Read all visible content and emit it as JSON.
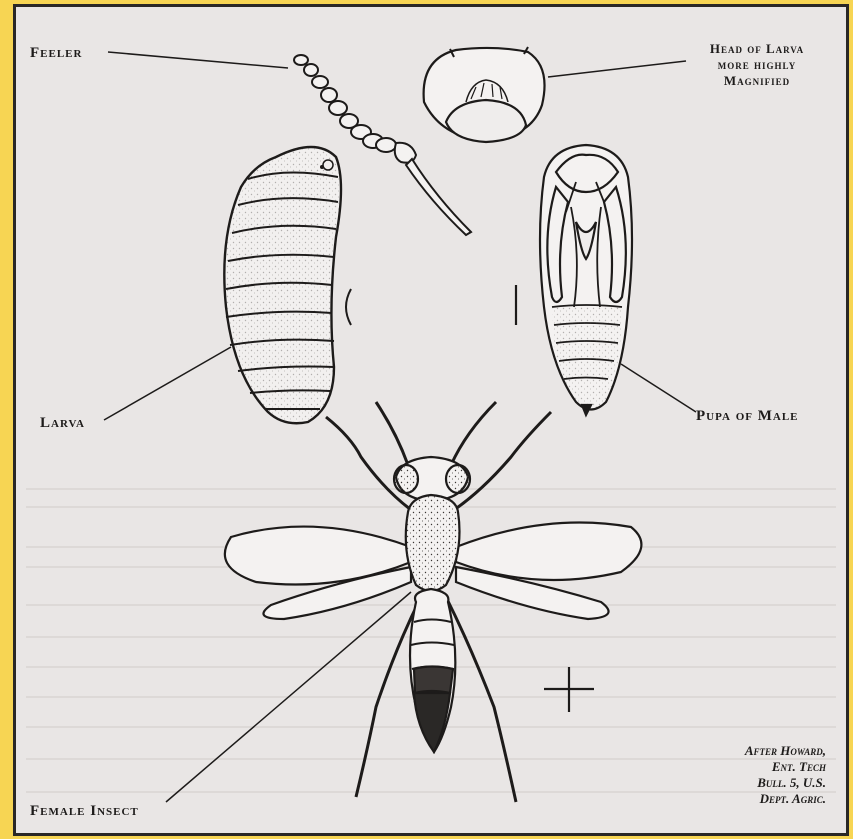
{
  "labels": {
    "feeler": "Feeler",
    "head_line1": "Head of Larva",
    "head_line2": "more highly",
    "head_line3": "Magnified",
    "larva": "Larva",
    "pupa": "Pupa of Male",
    "female": "Female Insect"
  },
  "credit": {
    "line1": "After Howard,",
    "line2": "Ent. Tech",
    "line3": "Bull. 5, U.S.",
    "line4": "Dept. Agric."
  },
  "colors": {
    "background": "#f7d553",
    "paper": "#e9e6e5",
    "ink": "#1d1b1a",
    "fill_light": "#f4f2f1"
  }
}
